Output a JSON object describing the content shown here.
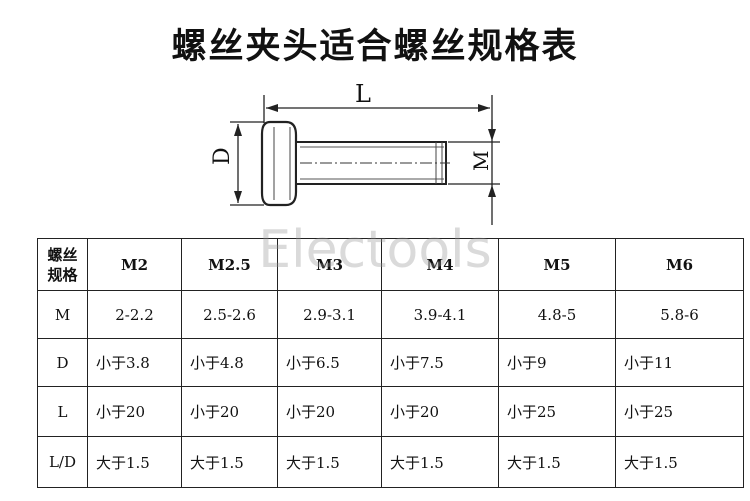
{
  "title": "螺丝夹头适合螺丝规格表",
  "watermark": "Electools",
  "diagram": {
    "label_L": "L",
    "label_D": "D",
    "label_M": "M"
  },
  "table": {
    "corner_line1": "螺丝",
    "corner_line2": "规格",
    "columns": [
      "M2",
      "M2.5",
      "M3",
      "M4",
      "M5",
      "M6"
    ],
    "rows": [
      {
        "label": "M",
        "values": [
          "2-2.2",
          "2.5-2.6",
          "2.9-3.1",
          "3.9-4.1",
          "4.8-5",
          "5.8-6"
        ]
      },
      {
        "label": "D",
        "values": [
          "小于3.8",
          "小于4.8",
          "小于6.5",
          "小于7.5",
          "小于9",
          "小于11"
        ]
      },
      {
        "label": "L",
        "values": [
          "小于20",
          "小于20",
          "小于20",
          "小于20",
          "小于25",
          "小于25"
        ]
      },
      {
        "label": "L/D",
        "values": [
          "大于1.5",
          "大于1.5",
          "大于1.5",
          "大于1.5",
          "大于1.5",
          "大于1.5"
        ]
      }
    ]
  }
}
